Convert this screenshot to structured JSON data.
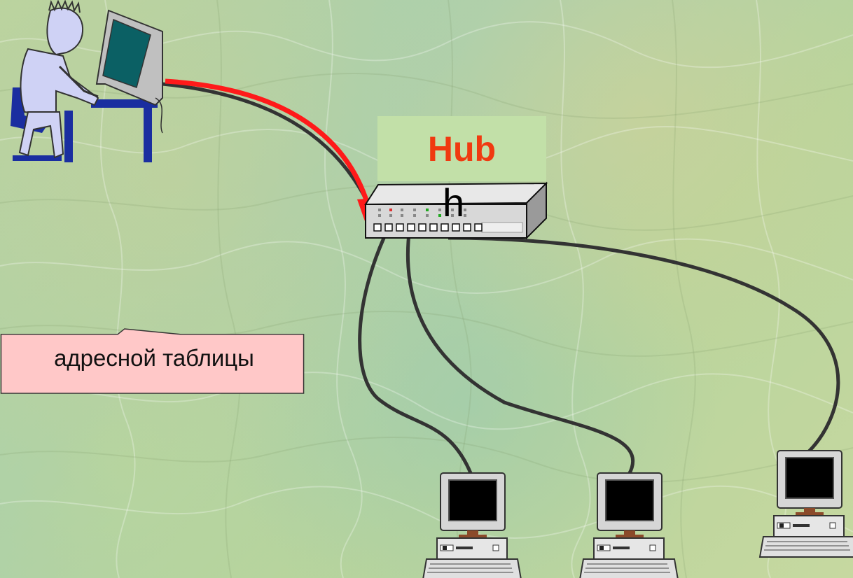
{
  "hub": {
    "label": "Hub",
    "inner_letter": "h"
  },
  "callout": {
    "text": "адресной таблицы"
  },
  "colors": {
    "hub_label_text": "#f03a10",
    "hub_label_bg": "#c2e0a8",
    "active_cable": "#ff1a1a",
    "cable": "#333333",
    "callout_bg": "#ffc8c8"
  },
  "diagram": {
    "nodes": [
      "user-workstation",
      "hub",
      "computer-1",
      "computer-2",
      "computer-3"
    ],
    "links": [
      {
        "from": "user-workstation",
        "to": "hub",
        "active": true
      },
      {
        "from": "hub",
        "to": "computer-1",
        "active": false
      },
      {
        "from": "hub",
        "to": "computer-2",
        "active": false
      },
      {
        "from": "hub",
        "to": "computer-3",
        "active": false
      }
    ]
  }
}
